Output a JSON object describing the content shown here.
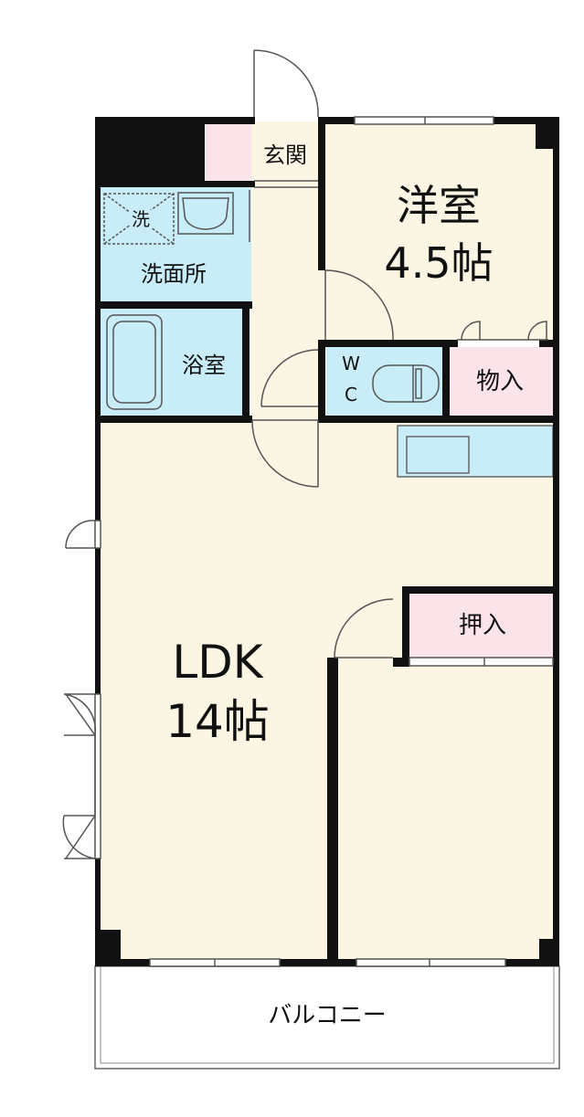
{
  "rooms": {
    "entrance": "玄関",
    "western_room": {
      "name": "洋室",
      "size": "4.5帖"
    },
    "washroom": "洗面所",
    "washer": "洗",
    "bathroom": "浴室",
    "toilet_w": "W",
    "toilet_c": "C",
    "storage": "物入",
    "closet": "押入",
    "ldk": {
      "name": "LDK",
      "size": "14帖"
    },
    "balcony": "バルコニー"
  },
  "colors": {
    "room_fill": "#fbf5e4",
    "wet_fill": "#c9edf8",
    "storage_fill": "#fbe3ea",
    "wall": "#111111",
    "line": "#555555"
  }
}
